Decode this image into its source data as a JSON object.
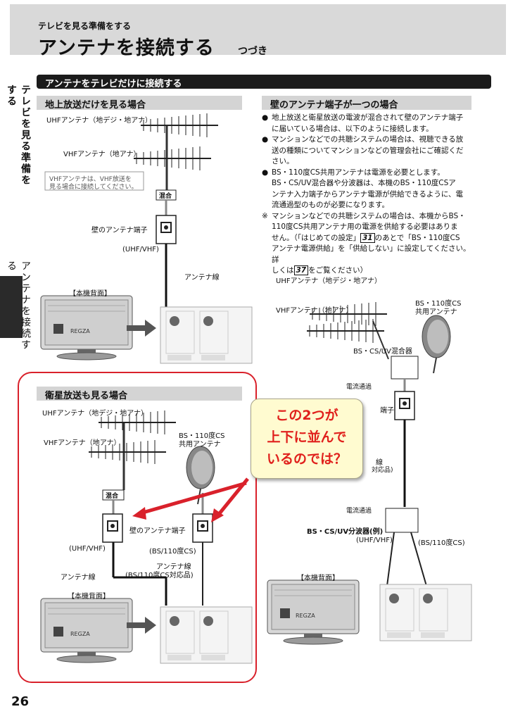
{
  "header": {
    "subtitle": "テレビを見る準備をする",
    "title": "アンテナを接続する",
    "continued": "つづき"
  },
  "sidebar": {
    "top": "テレビを見る準備をする",
    "bottom": "アンテナを接続する"
  },
  "banner": "アンテナをテレビだけに接続する",
  "sections": {
    "terrestrial": "地上放送だけを見る場合",
    "single_terminal": "壁のアンテナ端子が一つの場合",
    "satellite": "衛星放送も見る場合"
  },
  "labels": {
    "uhf": "UHFアンテナ（地デジ・地アナ）",
    "vhf": "VHFアンテナ（地アナ）",
    "vhf_note_1": "VHFアンテナは、VHF放送を",
    "vhf_note_2": "見る場合に接続してください。",
    "mix": "混合",
    "wall_terminal": "壁のアンテナ端子",
    "uhf_vhf": "(UHF/VHF)",
    "antenna_line": "アンテナ線",
    "rear": "【本機背面】",
    "bs_antenna_1": "BS・110度CS",
    "bs_antenna_2": "共用アンテナ",
    "bs_cs": "(BS/110度CS)",
    "bs_cs_line": "(BS/110度CS対応品)",
    "bs_mixer": "BS・CS/UV混合器",
    "current_pass": "電流通過",
    "bs_splitter": "BS・CS/UV分波器(例)",
    "terminal_partial": "端子",
    "line_partial": "線",
    "compat_partial": "対応品)",
    "brand": "REGZA"
  },
  "bullets": [
    {
      "mark": "●",
      "lines": [
        "地上放送と衛星放送の電波が混合されて壁のアンテナ端子",
        "に届いている場合は、以下のように接続します。"
      ]
    },
    {
      "mark": "●",
      "lines": [
        "マンションなどでの共聴システムの場合は、視聴できる放",
        "送の種類についてマンションなどの管理会社にご確認くだ",
        "さい。"
      ]
    },
    {
      "mark": "●",
      "lines": [
        "BS・110度CS共用アンテナは電源を必要とします。",
        "BS・CS/UV混合器や分波器は、本機のBS・110度CSア",
        "ンテナ入力端子からアンテナ電源が供給できるように、電",
        "流通過型のものが必要になります。"
      ]
    }
  ],
  "note": {
    "mark": "※",
    "l1": "マンションなどでの共聴システムの場合は、本機からBS・",
    "l2": "110度CS共用アンテナ用の電源を供給する必要はありま",
    "l3a": "せん。（「はじめての設定」",
    "ref1": "31",
    "l3b": "のあとで「BS・110度CS",
    "l4": "アンテナ電源供給」を「供給しない」に設定してください。詳",
    "l5a": "しくは",
    "ref2": "37",
    "l5b": "をご覧ください）"
  },
  "callout": [
    "この2つが",
    "上下に並んで",
    "いるのでは？"
  ],
  "page_number": "26",
  "colors": {
    "annotation_red": "#d9212b",
    "callout_bg": "#fffbd0",
    "banner": "#1b1b1b",
    "section_bg": "#d4d4d4"
  }
}
